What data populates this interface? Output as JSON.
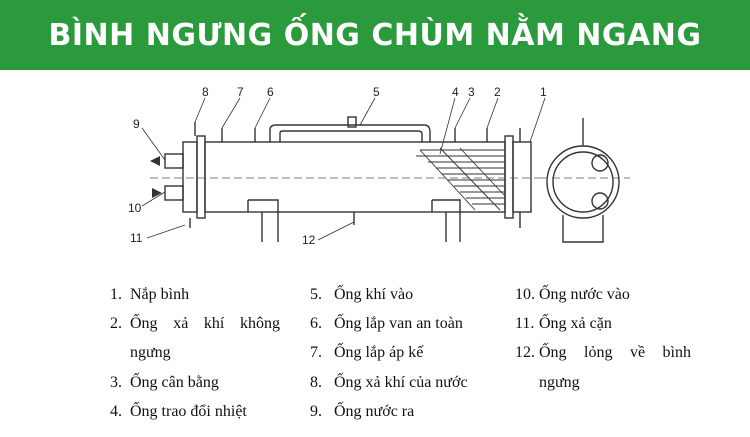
{
  "banner": {
    "title": "BÌNH NGƯNG ỐNG CHÙM NẰM NGANG",
    "background": "#2a9a3c",
    "text_color": "#ffffff"
  },
  "diagram": {
    "callouts": [
      "1",
      "2",
      "3",
      "4",
      "5",
      "6",
      "7",
      "8",
      "9",
      "10",
      "11",
      "12"
    ]
  },
  "legend": {
    "col1": [
      {
        "num": "1.",
        "text": "Nắp bình"
      },
      {
        "num": "2.",
        "text": "Ống xả khí không",
        "text2": "ngưng"
      },
      {
        "num": "3.",
        "text": "Ống cân bằng"
      },
      {
        "num": "4.",
        "text": "Ống trao đổi nhiệt"
      }
    ],
    "col2": [
      {
        "num": "5.",
        "text": "Ống khí vào"
      },
      {
        "num": "6.",
        "text": "Ống lắp van an toàn"
      },
      {
        "num": "7.",
        "text": "Ống lắp áp kế"
      },
      {
        "num": "8.",
        "text": "Ống xả khí của nước"
      },
      {
        "num": "9.",
        "text": "Ống nước ra"
      }
    ],
    "col3": [
      {
        "num": "10.",
        "text": "Ống nước vào"
      },
      {
        "num": "11.",
        "text": "Ống xả cặn"
      },
      {
        "num": "12.",
        "text": "Ống lỏng về bình",
        "text2": "ngưng"
      }
    ]
  }
}
